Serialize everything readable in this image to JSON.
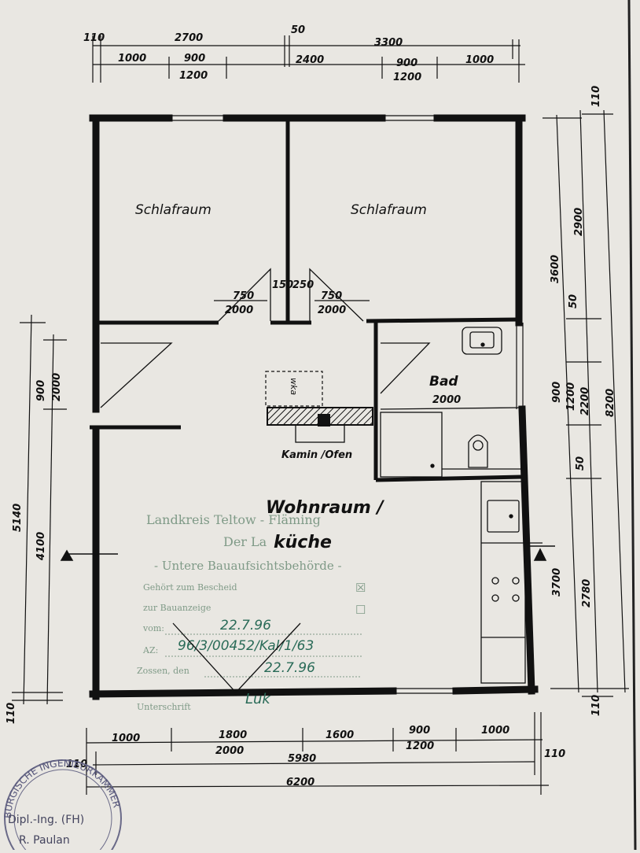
{
  "dims_top": {
    "d110": "110",
    "d2700": "2700",
    "d50": "50",
    "d3300": "3300",
    "d1000a": "1000",
    "d900a": "900",
    "d1200a": "1200",
    "d2400": "2400",
    "d900b": "900",
    "d1200b": "1200",
    "d1000b": "1000"
  },
  "dims_right": {
    "d110": "110",
    "d3600": "3600",
    "d2900": "2900",
    "d50a": "50",
    "d900": "900",
    "d1200": "1200",
    "d2200": "2200",
    "d8200": "8200",
    "d50b": "50",
    "d3700": "3700",
    "d2780": "2780",
    "d110b": "110"
  },
  "dims_left": {
    "d900": "900",
    "d2000": "2000",
    "d5140": "5140",
    "d4100": "4100",
    "d110": "110"
  },
  "dims_bottom": {
    "d1000a": "1000",
    "d1800": "1800",
    "d2000": "2000",
    "d1600": "1600",
    "d900": "900",
    "d1200": "1200",
    "d1000b": "1000",
    "d110a": "110",
    "d5980": "5980",
    "d110b": "110",
    "d6200": "6200"
  },
  "doors": {
    "d750a": "750",
    "d2000a": "2000",
    "d150": "150",
    "d250": "250",
    "d750b": "750",
    "d2000b": "2000",
    "bad_2000": "2000"
  },
  "rooms": {
    "schlafraum_left": "Schlafraum",
    "schlafraum_right": "Schlafraum",
    "bad": "Bad",
    "kamin": "Kamin /Ofen",
    "wohnraum": "Wohnraum /",
    "kuche": "küche",
    "wka": "wka"
  },
  "stamp": {
    "line1": "Landkreis Teltow - Fläming",
    "line2": "Der La",
    "line3": "- Untere Bauaufsichtsbehörde -",
    "row1": "Gehört zum Bescheid",
    "row2": "zur Bauanzeige",
    "row3": "vom:",
    "row4": "AZ:",
    "row5": "Zossen, den",
    "row6": "Unterschrift",
    "check1": "☒",
    "check2": "☐",
    "hand_date1": "22.7.96",
    "hand_az": "96/3/00452/Kal/1/63",
    "hand_date2": "22.7.96",
    "signature": "Luk"
  },
  "seal": {
    "arc_text": "BURGISCHE INGENIEURKAMMER",
    "name1": "Dipl.-Ing. (FH)",
    "name2": "R. Paulan"
  }
}
